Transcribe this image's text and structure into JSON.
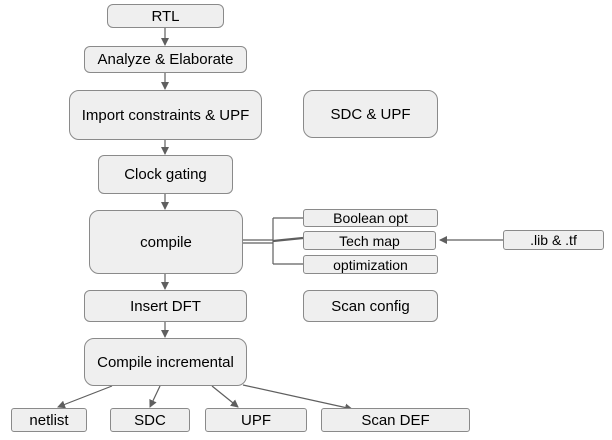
{
  "diagram": {
    "nodes": {
      "rtl": "RTL",
      "analyze": "Analyze & Elaborate",
      "import": "Import constraints & UPF",
      "sdc_upf": "SDC & UPF",
      "clock_gating": "Clock gating",
      "compile": "compile",
      "boolean_opt": "Boolean opt",
      "tech_map": "Tech map",
      "optimization": "optimization",
      "lib_tf": ".lib & .tf",
      "insert_dft": "Insert DFT",
      "scan_config": "Scan config",
      "compile_incremental": "Compile incremental",
      "netlist": "netlist",
      "sdc": "SDC",
      "upf": "UPF",
      "scan_def": "Scan DEF"
    },
    "colors": {
      "node_fill": "#efefef",
      "node_border": "#8a8a8a",
      "edge": "#5f5f5f"
    }
  }
}
